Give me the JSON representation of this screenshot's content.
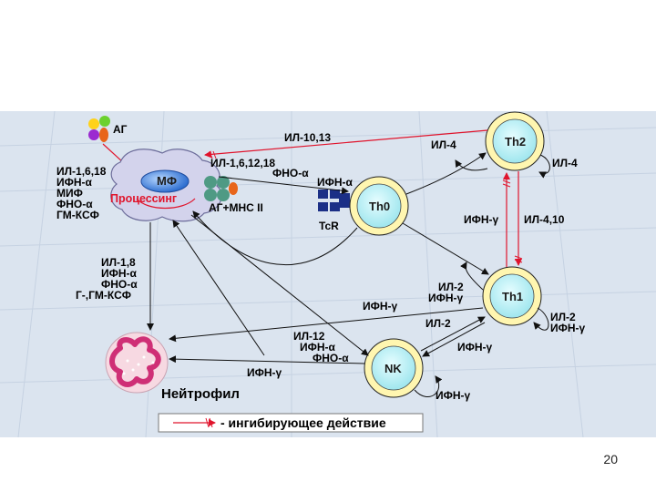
{
  "page_number": "20",
  "cells": {
    "mf": "МФ",
    "th0": "Th0",
    "th1": "Th1",
    "th2": "Th2",
    "nk": "NK",
    "neutrophil": "Нейтрофил"
  },
  "labels": {
    "ag": "АГ",
    "processing": "Процессинг",
    "ag_mhc": "АГ+МНС II",
    "tcr": "TcR",
    "mf_cytokines": [
      "ИЛ-1,6,18",
      "ИФН-α",
      "МИФ",
      "ФНО-α",
      "ГМ-КСФ"
    ],
    "mf_to_th0": [
      "ИЛ-1,6,12,18",
      "ФНО-α"
    ],
    "th0_ifn": "ИФН-α",
    "il_10_13": "ИЛ-10,13",
    "th2_il4_left": "ИЛ-4",
    "th2_il4_self": "ИЛ-4",
    "th1_to_th2": "ИФН-γ",
    "th2_to_th1": "ИЛ-4,10",
    "th1_in": [
      "ИЛ-2",
      "ИФН-γ"
    ],
    "th1_self": [
      "ИЛ-2",
      "ИФН-γ"
    ],
    "th1_to_mf": "ИФН-γ",
    "nk_il2": "ИЛ-2",
    "nk_ifn_right": "ИФН-γ",
    "mf_to_nk": [
      "ИЛ-12",
      "ИФН-α",
      "ФНО-α"
    ],
    "nk_self": "ИФН-γ",
    "nk_to_neutrophil": "ИФН-γ",
    "mf_to_neutrophil": [
      "ИЛ-1,8",
      "ИФН-α",
      "ФНО-α",
      "Г-,ГМ-КСФ"
    ]
  },
  "legend": {
    "text": "- ингибирующее действие"
  },
  "colors": {
    "panel": "#dbe4ef",
    "cell_ring": "#fff6b0",
    "cell_fill": "#bff3f7",
    "inhibit": "#e0142c",
    "mf_body": "#d3d3ec",
    "neutrophil": "#f7d9e2",
    "nucleus": "#cf2f76"
  }
}
